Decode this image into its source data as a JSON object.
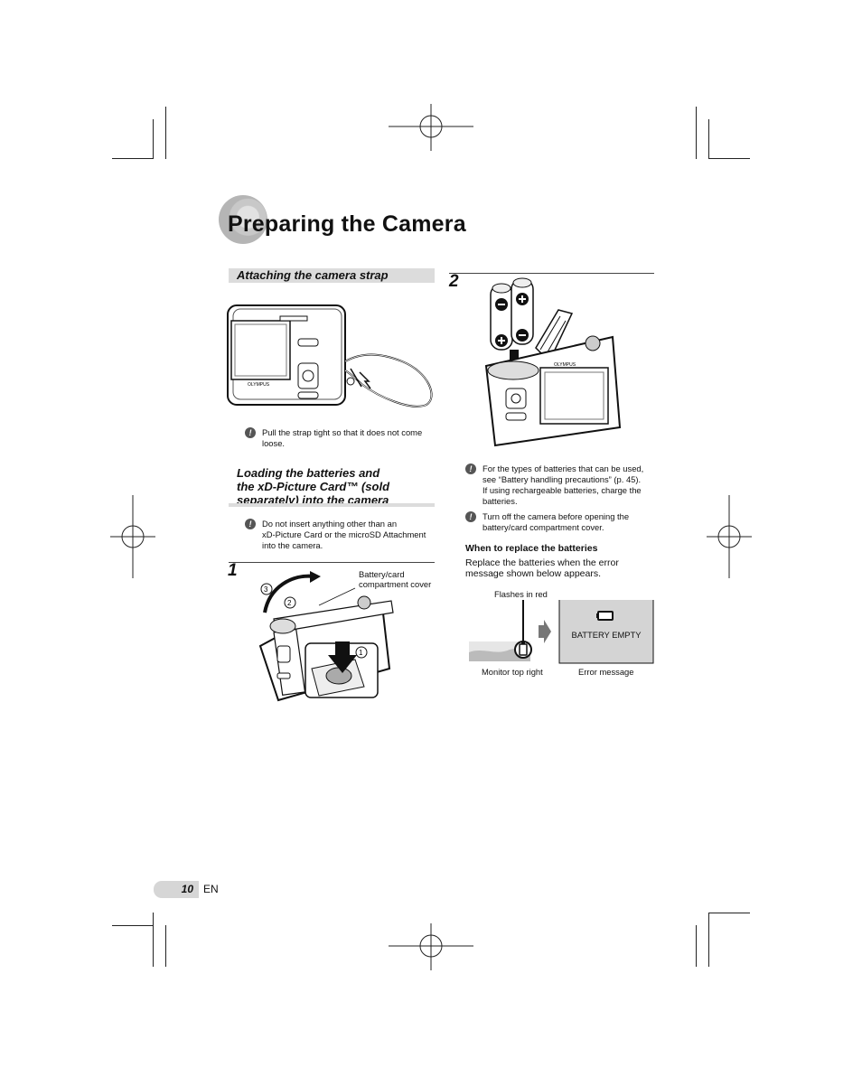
{
  "page": {
    "title": "Preparing the Camera",
    "page_number": "10",
    "language": "EN"
  },
  "section_strap": {
    "heading": "Attaching the camera strap",
    "note": "Pull the strap tight so that it does not come\nloose."
  },
  "section_batteries": {
    "heading": "Loading the batteries and\nthe xD-Picture Card™ (sold\nseparately) into the camera",
    "note": "Do not insert anything other than an\nxD-Picture Card or the microSD Attachment\ninto the camera."
  },
  "step1": {
    "number": "1",
    "callout": "Battery/card\ncompartment cover",
    "markers": [
      "①",
      "②",
      "③"
    ]
  },
  "step2": {
    "number": "2",
    "note1": "For the types of batteries that can be used,\nsee “Battery handling precautions” (p. 45).\nIf using rechargeable batteries, charge the\nbatteries.",
    "note2": "Turn off the camera before opening the\nbattery/card compartment cover."
  },
  "replace": {
    "heading": "When to replace the batteries",
    "body": "Replace the batteries when the error\nmessage shown below appears.",
    "flash_label": "Flashes in red",
    "monitor_label": "Monitor top right",
    "error_label": "Error message",
    "screen_text": "BATTERY EMPTY"
  },
  "icons": {
    "caution": "caution-icon",
    "battery": "battery-icon",
    "arrow": "arrow-right-icon"
  }
}
